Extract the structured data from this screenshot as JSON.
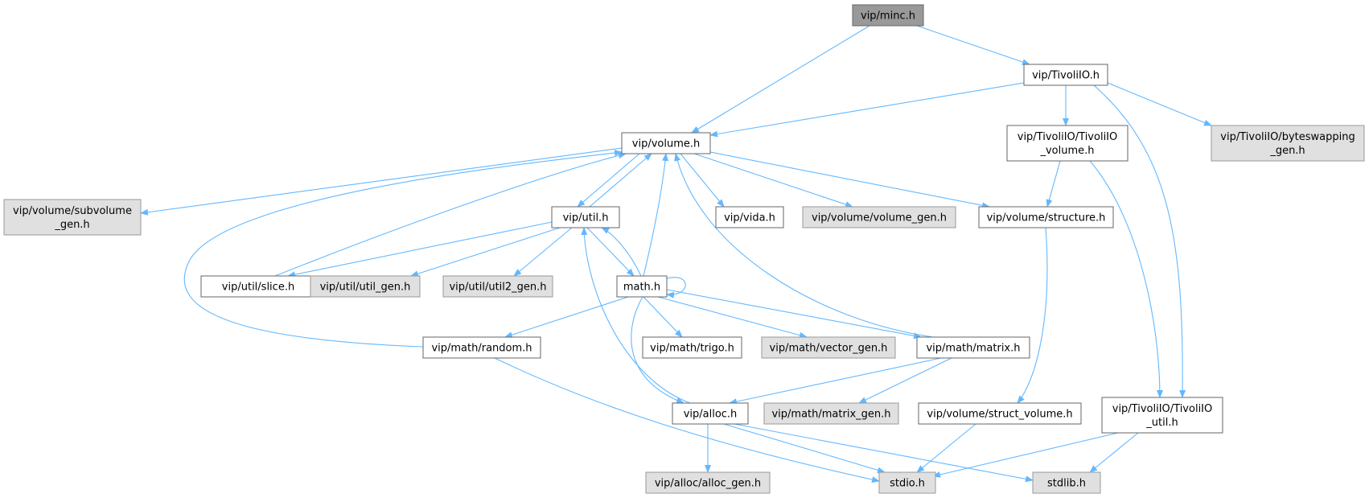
{
  "diagram": {
    "title": "Include dependency graph for vip/minc.h",
    "colors": {
      "edge": "#63b8ff",
      "root_fill": "#999999",
      "root_stroke": "#666666",
      "doc_fill": "#ffffff",
      "doc_stroke": "#666666",
      "ext_fill": "#e0e0e0",
      "ext_stroke": "#999999"
    },
    "nodes": [
      {
        "id": "minc",
        "lines": [
          "vip/minc.h"
        ],
        "kind": "root"
      },
      {
        "id": "tivoli",
        "lines": [
          "vip/TivoliIO.h"
        ],
        "kind": "doc"
      },
      {
        "id": "volume",
        "lines": [
          "vip/volume.h"
        ],
        "kind": "doc"
      },
      {
        "id": "tvol",
        "lines": [
          "vip/TivoliIO/TivoliIO",
          "_volume.h"
        ],
        "kind": "doc"
      },
      {
        "id": "byteswap",
        "lines": [
          "vip/TivoliIO/byteswapping",
          "_gen.h"
        ],
        "kind": "ext"
      },
      {
        "id": "subvol",
        "lines": [
          "vip/volume/subvolume",
          "_gen.h"
        ],
        "kind": "ext"
      },
      {
        "id": "util",
        "lines": [
          "vip/util.h"
        ],
        "kind": "doc"
      },
      {
        "id": "vida",
        "lines": [
          "vip/vida.h"
        ],
        "kind": "doc"
      },
      {
        "id": "volgen",
        "lines": [
          "vip/volume/volume_gen.h"
        ],
        "kind": "ext"
      },
      {
        "id": "structure",
        "lines": [
          "vip/volume/structure.h"
        ],
        "kind": "doc"
      },
      {
        "id": "slice",
        "lines": [
          "vip/util/slice.h"
        ],
        "kind": "doc"
      },
      {
        "id": "utilgen",
        "lines": [
          "vip/util/util_gen.h"
        ],
        "kind": "ext"
      },
      {
        "id": "util2gen",
        "lines": [
          "vip/util/util2_gen.h"
        ],
        "kind": "ext"
      },
      {
        "id": "math",
        "lines": [
          "math.h"
        ],
        "kind": "doc"
      },
      {
        "id": "random",
        "lines": [
          "vip/math/random.h"
        ],
        "kind": "doc"
      },
      {
        "id": "trigo",
        "lines": [
          "vip/math/trigo.h"
        ],
        "kind": "doc"
      },
      {
        "id": "vecgen",
        "lines": [
          "vip/math/vector_gen.h"
        ],
        "kind": "ext"
      },
      {
        "id": "matrix",
        "lines": [
          "vip/math/matrix.h"
        ],
        "kind": "doc"
      },
      {
        "id": "alloc",
        "lines": [
          "vip/alloc.h"
        ],
        "kind": "doc"
      },
      {
        "id": "matgen",
        "lines": [
          "vip/math/matrix_gen.h"
        ],
        "kind": "ext"
      },
      {
        "id": "structvol",
        "lines": [
          "vip/volume/struct_volume.h"
        ],
        "kind": "doc"
      },
      {
        "id": "tutil",
        "lines": [
          "vip/TivoliIO/TivoliIO",
          "_util.h"
        ],
        "kind": "doc"
      },
      {
        "id": "allocgen",
        "lines": [
          "vip/alloc/alloc_gen.h"
        ],
        "kind": "ext"
      },
      {
        "id": "stdio",
        "lines": [
          "stdio.h"
        ],
        "kind": "ext"
      },
      {
        "id": "stdlib",
        "lines": [
          "stdlib.h"
        ],
        "kind": "ext"
      }
    ],
    "edges": [
      [
        "minc",
        "volume"
      ],
      [
        "minc",
        "tivoli"
      ],
      [
        "tivoli",
        "volume"
      ],
      [
        "tivoli",
        "tvol"
      ],
      [
        "tivoli",
        "byteswap"
      ],
      [
        "tivoli",
        "tutil"
      ],
      [
        "volume",
        "subvol"
      ],
      [
        "volume",
        "util"
      ],
      [
        "volume",
        "vida"
      ],
      [
        "volume",
        "volgen"
      ],
      [
        "volume",
        "structure"
      ],
      [
        "util",
        "volume"
      ],
      [
        "util",
        "slice"
      ],
      [
        "util",
        "utilgen"
      ],
      [
        "util",
        "util2gen"
      ],
      [
        "util",
        "math"
      ],
      [
        "slice",
        "volume"
      ],
      [
        "math",
        "util"
      ],
      [
        "math",
        "volume"
      ],
      [
        "math",
        "math"
      ],
      [
        "math",
        "random"
      ],
      [
        "math",
        "trigo"
      ],
      [
        "math",
        "vecgen"
      ],
      [
        "math",
        "matrix"
      ],
      [
        "math",
        "alloc"
      ],
      [
        "random",
        "volume"
      ],
      [
        "random",
        "stdio"
      ],
      [
        "matrix",
        "volume"
      ],
      [
        "matrix",
        "alloc"
      ],
      [
        "matrix",
        "matgen"
      ],
      [
        "alloc",
        "util"
      ],
      [
        "alloc",
        "allocgen"
      ],
      [
        "alloc",
        "stdio"
      ],
      [
        "alloc",
        "stdlib"
      ],
      [
        "tvol",
        "structure"
      ],
      [
        "tvol",
        "tutil"
      ],
      [
        "structure",
        "structvol"
      ],
      [
        "structvol",
        "stdio"
      ],
      [
        "tutil",
        "stdio"
      ],
      [
        "tutil",
        "stdlib"
      ]
    ]
  }
}
